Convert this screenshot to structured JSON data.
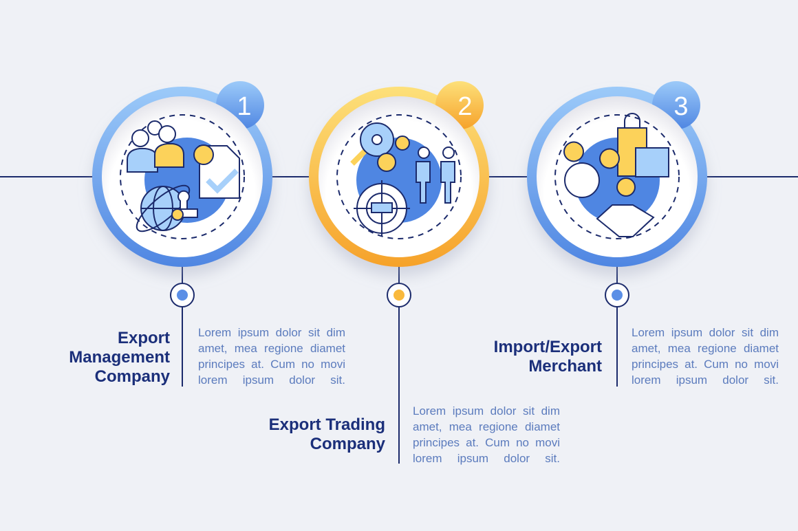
{
  "steps": [
    {
      "number": "1",
      "title": "Export Management Company",
      "title_lines": [
        "Export",
        "Management",
        "Company"
      ],
      "body": "Lorem ipsum dolor sit dim amet, mea regione diamet principes at. Cum no movi lorem ipsum dolor sit.",
      "color": "#5b8fe6"
    },
    {
      "number": "2",
      "title": "Export Trading Company",
      "title_lines": [
        "Export Trading",
        "Company"
      ],
      "body": "Lorem ipsum dolor sit dim amet, mea regione diamet principes at. Cum no movi lorem ipsum dolor sit.",
      "color": "#f6a82a"
    },
    {
      "number": "3",
      "title": "Import/Export Merchant",
      "title_lines": [
        "Import/Export",
        "Merchant"
      ],
      "body": "Lorem ipsum dolor sit dim amet, mea regione diamet principes at. Cum no movi lorem ipsum dolor sit.",
      "color": "#5b8fe6"
    }
  ],
  "colors": {
    "navy": "#1b2a6b",
    "blue": "#5b8fe6",
    "orange": "#f6a82a",
    "yellow": "#fcd25a",
    "background": "#eff1f6"
  }
}
